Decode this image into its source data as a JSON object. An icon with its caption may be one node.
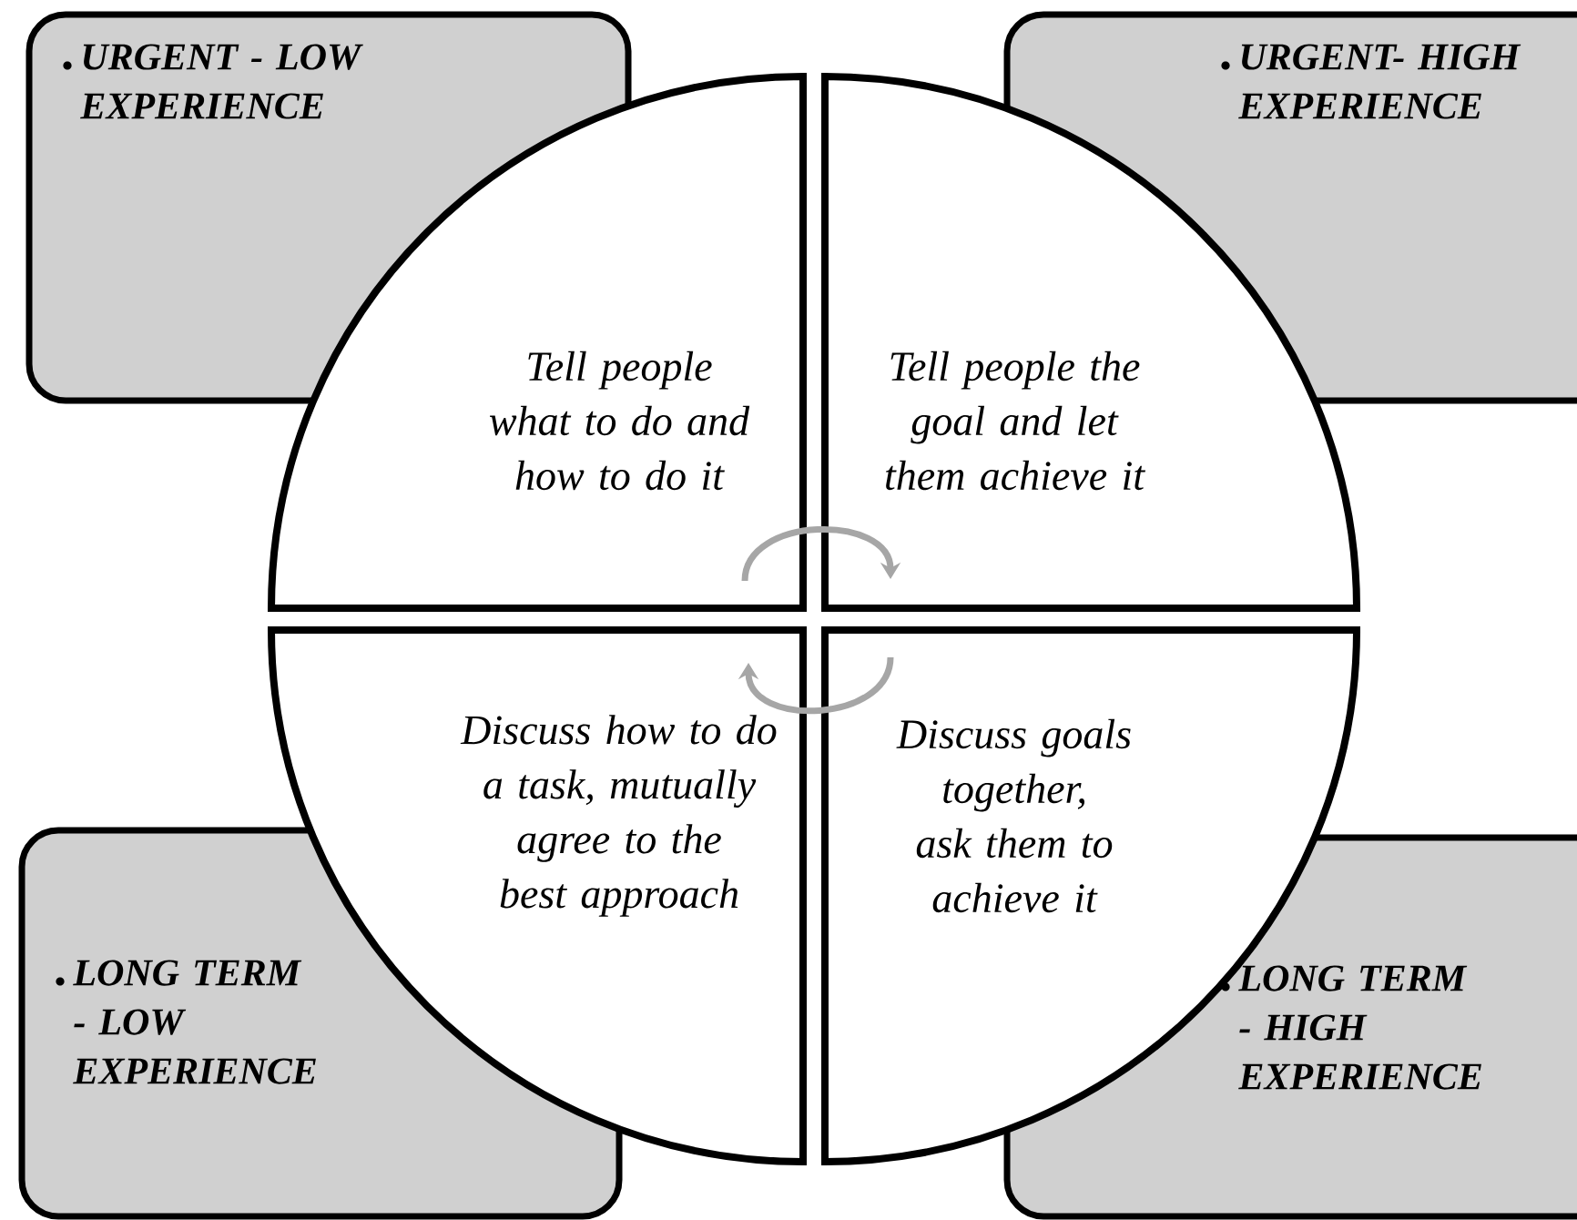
{
  "diagram": {
    "nodes": [
      {
        "text": [
          "URGENT - LOW EXPERIENCE"
        ]
      },
      {
        "text": [
          "URGENT- HIGH EXPERIENCE"
        ]
      },
      {
        "text": [
          "LONG TERM - LOW EXPERIENCE"
        ]
      },
      {
        "text": [
          "LONG TERM - HIGH EXPERIENCE"
        ]
      },
      {
        "text": [
          "Tell people what to do and how to do it"
        ]
      },
      {
        "text": [
          "Tell people the goal and let them achieve it"
        ]
      },
      {
        "text": [
          "Discuss how to do a task, mutually agree to the best approach"
        ]
      },
      {
        "text": [
          "Discuss goals together, ask them to achieve it"
        ]
      }
    ],
    "edges": [
      {
        "from": 4,
        "to": 5,
        "arrow": "to"
      },
      {
        "from": 7,
        "to": 6,
        "arrow": "to"
      }
    ]
  }
}
